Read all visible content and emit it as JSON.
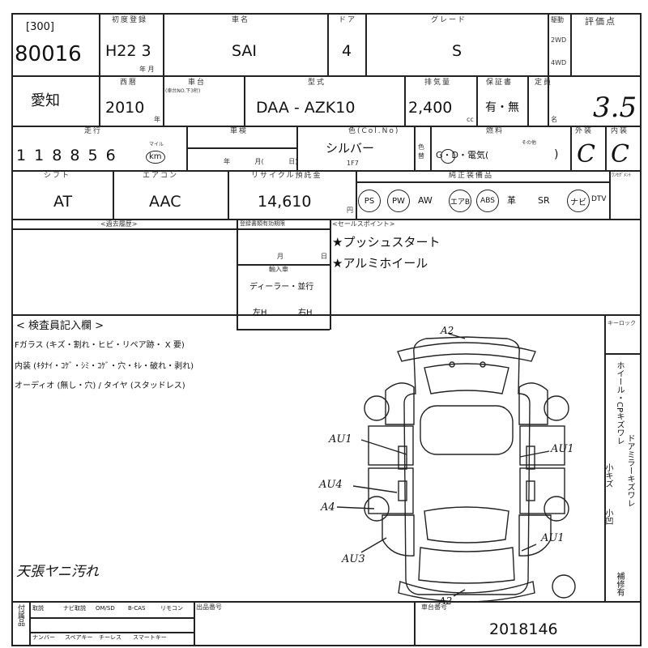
{
  "lot": {
    "prefix": "[300]",
    "number": "80016"
  },
  "year_block": {
    "label": "初度登録",
    "value": "H22 3",
    "unit": "年 月"
  },
  "name_block": {
    "label": "車名",
    "value": "SAI"
  },
  "door_block": {
    "label": "ドア",
    "value": "4"
  },
  "grade_block": {
    "label": "グレード",
    "value": "S"
  },
  "drive_block": {
    "label": "駆動",
    "opt1": "2WD",
    "opt2": "4WD"
  },
  "score_block": {
    "label": "評価点",
    "value": "3.5"
  },
  "region": {
    "value": "愛知"
  },
  "model_year": {
    "label": "西暦",
    "value": "2010",
    "unit": "年"
  },
  "body_code": {
    "label": "車台",
    "note": "(車台NO.下3桁)"
  },
  "model_type": {
    "label": "型式",
    "value": "DAA - AZK10"
  },
  "displacement": {
    "label": "排気量",
    "value": "2,400",
    "unit": "cc"
  },
  "inspection": {
    "label": "保証書",
    "value": "有・無"
  },
  "capacity": {
    "label": "定員",
    "unit": "名"
  },
  "mileage": {
    "label": "走行",
    "value": "1 1 8 8 5 6",
    "unit_top": "マイル",
    "unit": "km"
  },
  "inspection_date": {
    "label": "車検",
    "unit": "年 月( 日)"
  },
  "color": {
    "label": "色(Col.No)",
    "value": "シルバー",
    "code": "1F7",
    "change_label": "色替"
  },
  "fuel": {
    "label": "燃料",
    "options": "G・D・電気(",
    "other": "その他",
    "close": ")"
  },
  "exterior": {
    "label": "外装",
    "value": "C"
  },
  "interior": {
    "label": "内装",
    "value": "C"
  },
  "shift": {
    "label": "シフト",
    "value": "AT"
  },
  "aircon": {
    "label": "エアコン",
    "value": "AAC"
  },
  "recycle": {
    "label": "リサイクル預託金",
    "value": "14,610",
    "unit": "円"
  },
  "equipment": {
    "label": "純正装備品",
    "items": [
      {
        "name": "PS",
        "circled": true
      },
      {
        "name": "PW",
        "circled": true
      },
      {
        "name": "AW",
        "circled": false
      },
      {
        "name": "エアB",
        "circled": true
      },
      {
        "name": "ABS",
        "circled": true
      },
      {
        "name": "革",
        "circled": false
      },
      {
        "name": "SR",
        "circled": false
      },
      {
        "name": "ナビ",
        "circled": true
      },
      {
        "name": "DTV",
        "circled": false
      }
    ],
    "extra_label": "ﾜﾝｾｸﾞﾒﾝﾄ"
  },
  "history_label": "<過去履歴>",
  "registration_expiry": {
    "label": "登録書類有効期限",
    "month": "月",
    "day": "日"
  },
  "import": {
    "label": "輸入車",
    "value": "ディーラー・並行",
    "left": "左H",
    "right": "右H"
  },
  "sales_points": {
    "label": "<セールスポイント>",
    "items": [
      "★プッシュスタート",
      "★アルミホイール"
    ]
  },
  "inspector": {
    "title": "< 検査員記入欄 >",
    "glass": "Fガラス (キズ・割れ・ヒビ・リペア跡・ X 要)",
    "interior": "内装 (ｷﾀﾅｲ・ｺｹﾞ・ｼﾐ・ｺｹﾞ・穴・ｷﾚ・破れ・剥れ)",
    "audio": "オーディオ (無し・穴) / タイヤ (スタッドレス)",
    "handwritten": "天張ヤニ汚れ"
  },
  "diagram_marks": [
    "A2",
    "AU1",
    "AU1",
    "AU4",
    "A4",
    "AU1",
    "AU3",
    "A2"
  ],
  "key_box": {
    "label": "キーロック"
  },
  "legend": {
    "wheel": "ホイール・CPキズワレ",
    "door": "ドアミラーキズワレ",
    "scratch": "小キズ",
    "dent": "小凹",
    "repair": "補修有"
  },
  "footer": {
    "accessories_label": "付属品",
    "row1": [
      "取説",
      "ナビ取説",
      "OM/SD",
      "B-CAS",
      "リモコン"
    ],
    "row2": [
      "ナンバー",
      "スペアキー",
      "チーレス",
      "スマートキー"
    ],
    "exhibitor_label": "出品番号",
    "chassis_label": "車台番号",
    "chassis_value": "2018146"
  }
}
